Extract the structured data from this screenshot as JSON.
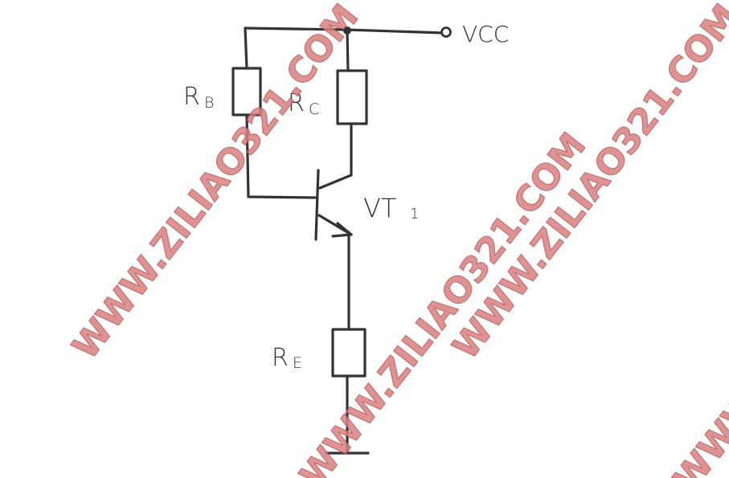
{
  "diagram": {
    "supply_label": "VCC",
    "rb_main": "R",
    "rb_sub": "B",
    "rc_main": "R",
    "rc_sub": "C",
    "re_main": "R",
    "re_sub": "E",
    "transistor_main": "VT",
    "transistor_sub": "1"
  },
  "watermark": {
    "text": "WWW.ZILIAO321.COM",
    "color": "#d98080"
  }
}
